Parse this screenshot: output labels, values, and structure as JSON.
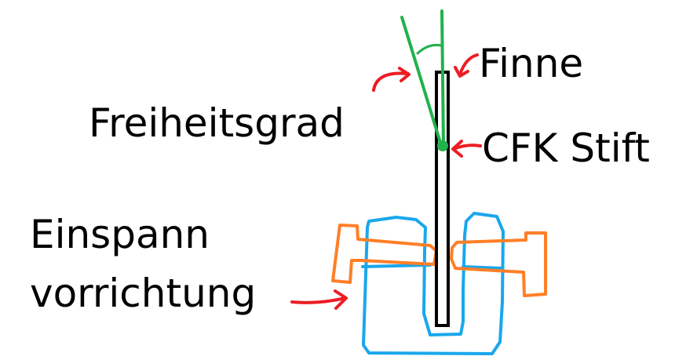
{
  "labels": {
    "finne": "Finne",
    "freiheitsgrad": "Freiheitsgrad",
    "cfk_stift": "CFK Stift",
    "einspann_line1": "Einspann",
    "einspann_line2": "vorrichtung"
  },
  "colors": {
    "background": "#ffffff",
    "text": "#000000",
    "fin": "#22b14c",
    "pin_outline": "#000000",
    "clamp_body": "#1aa7ec",
    "clamp_jaws": "#ff7f27",
    "arrows": "#ed1c24"
  }
}
